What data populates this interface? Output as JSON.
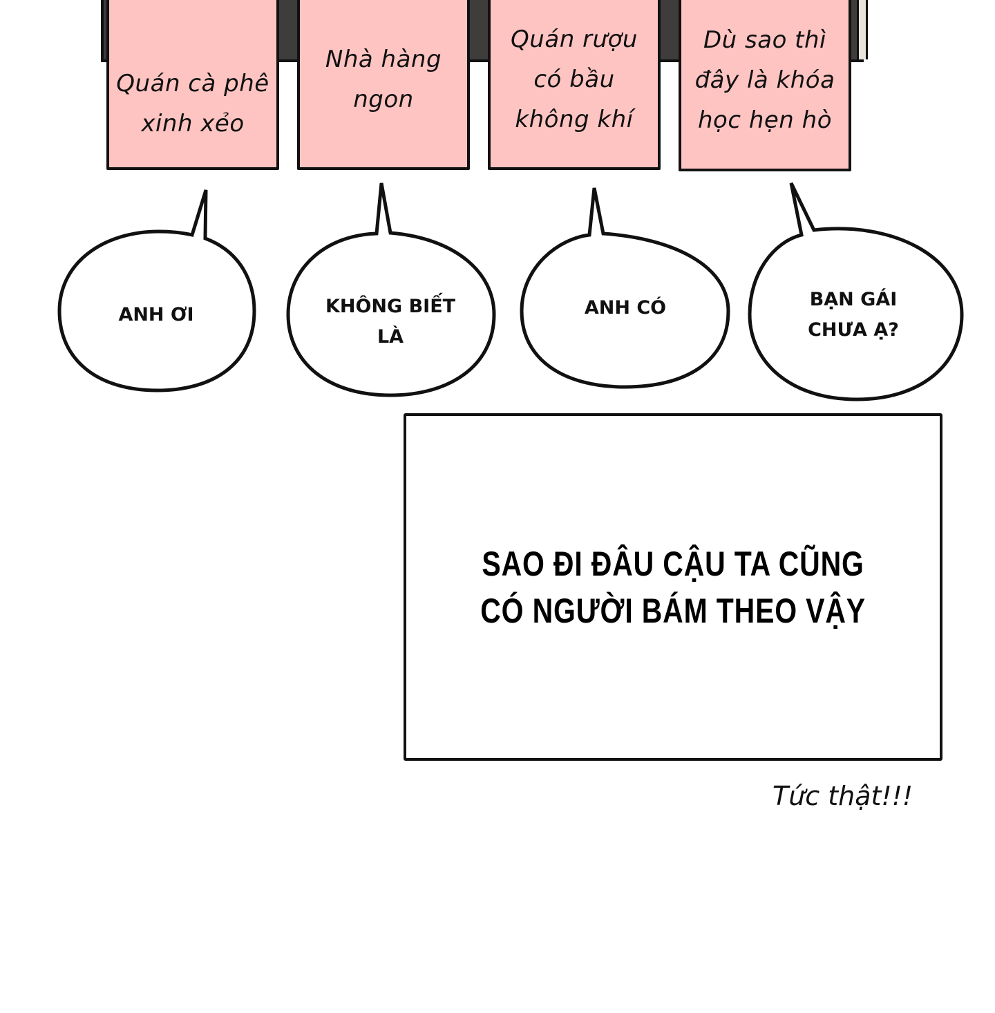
{
  "colors": {
    "note_fill": "#fec4c2",
    "outline": "#111111",
    "background_strip": "#3f3d3b",
    "page": "#ffffff"
  },
  "notes": [
    {
      "text": "Quán cà phê\nxinh xẻo"
    },
    {
      "text": "Nhà hàng\nngon"
    },
    {
      "text": "Quán rượu\ncó bầu\nkhông khí"
    },
    {
      "text": "Dù sao thì\nđây là khóa\nhọc hẹn hò"
    }
  ],
  "bubbles": [
    {
      "text": "ANH ƠI"
    },
    {
      "text": "KHÔNG BIẾT\nLÀ"
    },
    {
      "text": "ANH CÓ"
    },
    {
      "text": "BẠN GÁI\nCHƯA Ạ?"
    }
  ],
  "caption": {
    "text": "SAO ĐI ĐÂU CẬU TA CŨNG\nCÓ NGƯỜI BÁM THEO VẬY"
  },
  "sfx": {
    "text": "Tức thật!!!"
  }
}
